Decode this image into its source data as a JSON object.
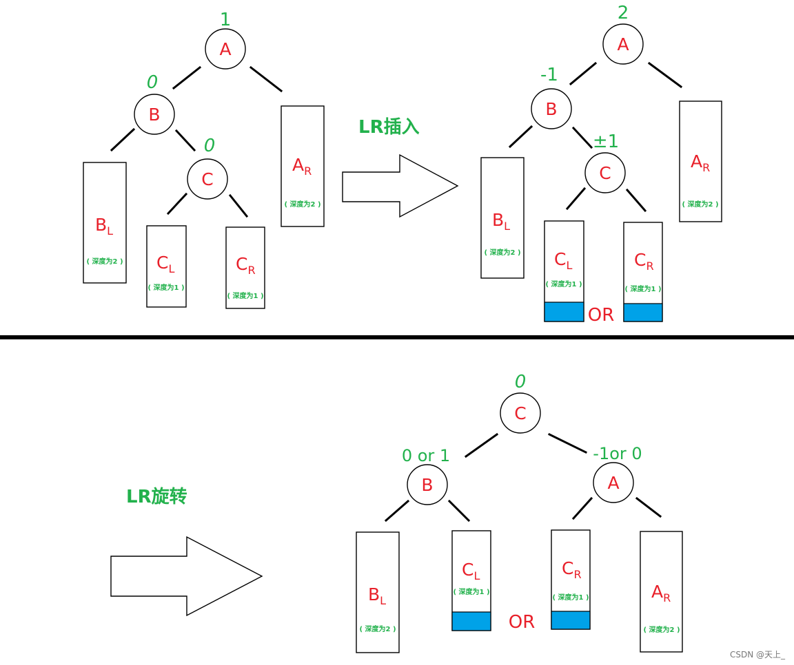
{
  "labels": {
    "A": "A",
    "B": "B",
    "C": "C",
    "sub_L": "L",
    "sub_R": "R",
    "depth2": "( 深度为2 )",
    "depth1": "( 深度为1 )",
    "or": "OR"
  },
  "top_left": {
    "bf_A": "1",
    "bf_B": "0",
    "bf_C": "0"
  },
  "top_right": {
    "bf_A": "2",
    "bf_B": "-1",
    "bf_C": "±1"
  },
  "bottom": {
    "bf_C": "0",
    "bf_B": "0 or 1",
    "bf_A": "-1or 0"
  },
  "arrows": {
    "insert_label": "LR插入",
    "rotate_label": "LR旋转"
  },
  "colors": {
    "node_letters": "#e8202a",
    "balance_factors": "#22b14c",
    "inserted_block": "#00a2e8"
  },
  "watermark": "CSDN @天上_"
}
